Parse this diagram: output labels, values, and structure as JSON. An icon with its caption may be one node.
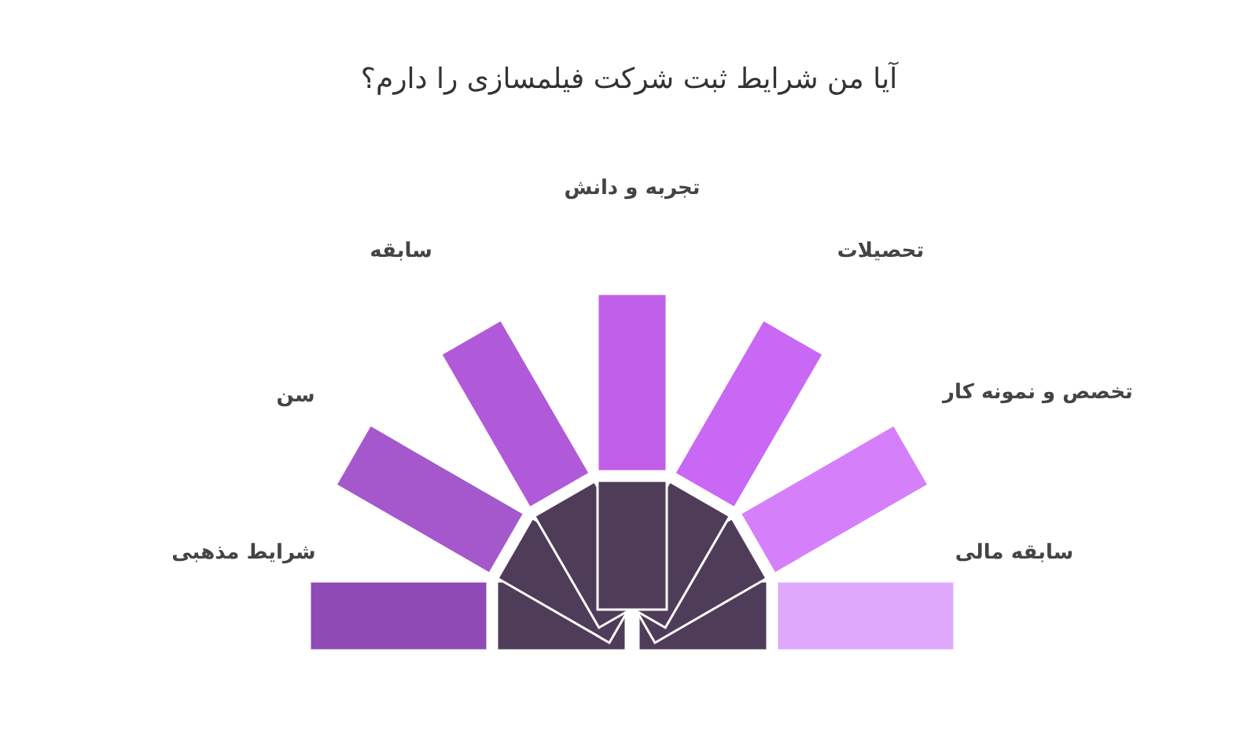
{
  "diagram": {
    "title": "آیا من شرایط ثبت شرکت فیلمسازی را دارم؟",
    "nodes": [
      {
        "text": [
          "شرایط مذهبی"
        ]
      },
      {
        "text": [
          "سن"
        ]
      },
      {
        "text": [
          "سابقه"
        ]
      },
      {
        "text": [
          "تجربه و دانش"
        ]
      },
      {
        "text": [
          "تحصیلات"
        ]
      },
      {
        "text": [
          "تخصص و نمونه کار"
        ]
      },
      {
        "text": [
          "سابقه مالی"
        ]
      }
    ]
  }
}
